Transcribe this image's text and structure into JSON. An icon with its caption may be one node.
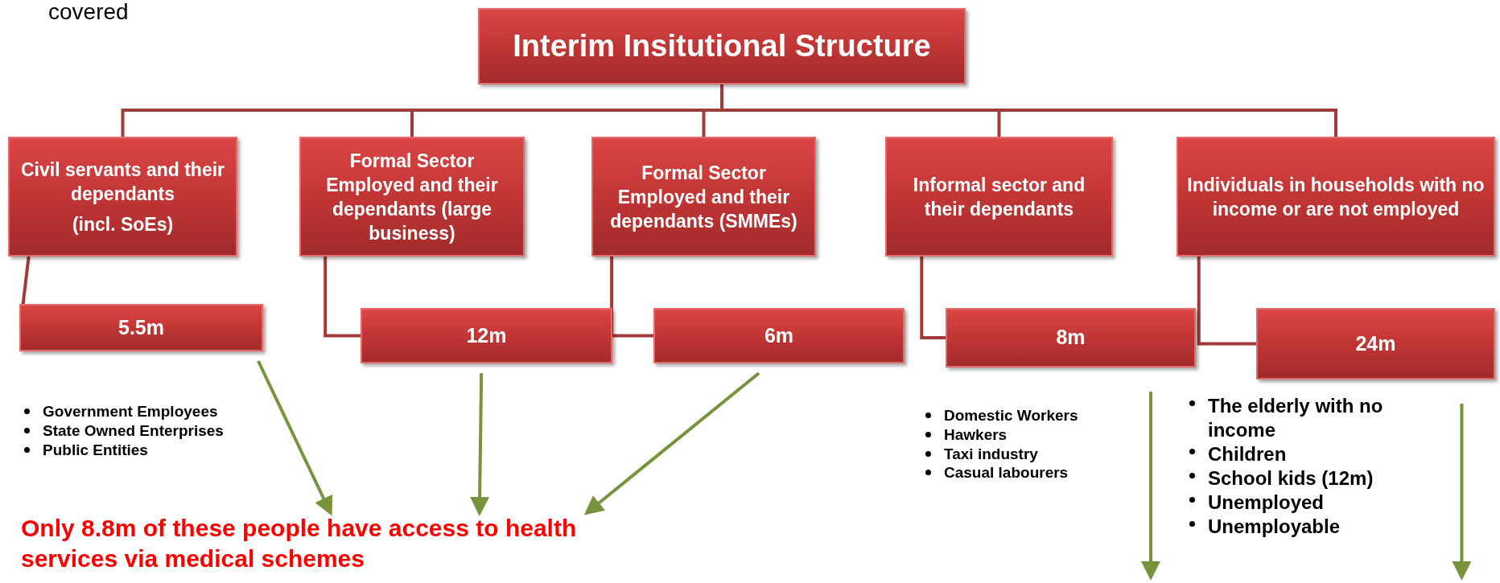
{
  "diagram": {
    "nodes": [
      {
        "text": [
          "Interim Insitutional Structure"
        ]
      },
      {
        "text": [
          "Civil servants and their dependants",
          "(incl. SoEs)"
        ]
      },
      {
        "text": [
          "Formal Sector Employed and their dependants (large business)"
        ]
      },
      {
        "text": [
          "Formal Sector Employed and their dependants (SMMEs)"
        ]
      },
      {
        "text": [
          "Informal sector and their dependants"
        ]
      },
      {
        "text": [
          "Individuals in households with no income or are not employed"
        ]
      },
      {
        "text": [
          "5.5m"
        ]
      },
      {
        "text": [
          "12m"
        ]
      },
      {
        "text": [
          "6m"
        ]
      },
      {
        "text": [
          "8m"
        ]
      },
      {
        "text": [
          "24m"
        ]
      },
      {
        "text": [
          "Only 8.8m of these people have access to health services via medical schemes"
        ]
      }
    ],
    "edges": [
      {
        "from": 0,
        "to": 1,
        "arrow": "none"
      },
      {
        "from": 0,
        "to": 2,
        "arrow": "none"
      },
      {
        "from": 0,
        "to": 3,
        "arrow": "none"
      },
      {
        "from": 0,
        "to": 4,
        "arrow": "none"
      },
      {
        "from": 0,
        "to": 5,
        "arrow": "none"
      },
      {
        "from": 1,
        "to": 6,
        "arrow": "none"
      },
      {
        "from": 2,
        "to": 7,
        "arrow": "none"
      },
      {
        "from": 3,
        "to": 8,
        "arrow": "none"
      },
      {
        "from": 4,
        "to": 9,
        "arrow": "none"
      },
      {
        "from": 5,
        "to": 10,
        "arrow": "none"
      },
      {
        "from": 6,
        "to": 11,
        "arrow": "to",
        "color": "#77933c"
      },
      {
        "from": 7,
        "to": 11,
        "arrow": "to",
        "color": "#77933c"
      },
      {
        "from": 8,
        "to": 11,
        "arrow": "to",
        "color": "#77933c"
      },
      {
        "from": 9,
        "to": null,
        "arrow": "to",
        "color": "#77933c"
      },
      {
        "from": 10,
        "to": null,
        "arrow": "to",
        "color": "#77933c"
      }
    ],
    "labels": [
      "covered",
      "Government Employees",
      "State Owned Enterprises",
      "Public Entities",
      "Domestic Workers",
      "Hawkers",
      "Taxi industry",
      "Casual labourers",
      "The elderly with no income",
      "Children",
      "School kids (12m)",
      "Unemployed",
      "Unemployable"
    ]
  }
}
